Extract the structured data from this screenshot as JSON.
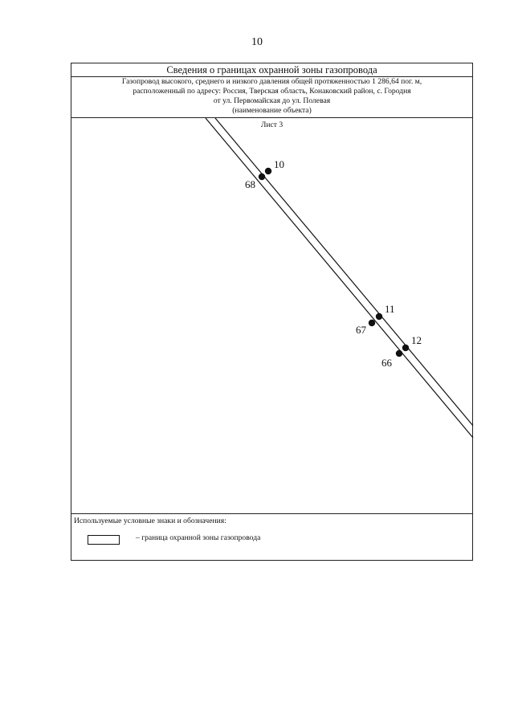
{
  "page_number": "10",
  "header": {
    "title": "Сведения о границах охранной зоны газопровода",
    "object_lines": [
      "Газопровод высокого, среднего и низкого давления общей протяженностью 1 286,64 пог. м,",
      "расположенный по адресу: Россия, Тверская область, Конаковский район, с. Городня",
      "от ул. Первомайская до ул. Полевая",
      "(наименование объекта)"
    ]
  },
  "sheet_label": "Лист 3",
  "points": [
    {
      "label": "10"
    },
    {
      "label": "68"
    },
    {
      "label": "11"
    },
    {
      "label": "67"
    },
    {
      "label": "12"
    },
    {
      "label": "66"
    }
  ],
  "legend": {
    "title": "Используемые условные знаки и обозначения:",
    "item": "–  граница охранной зоны газопровода"
  }
}
